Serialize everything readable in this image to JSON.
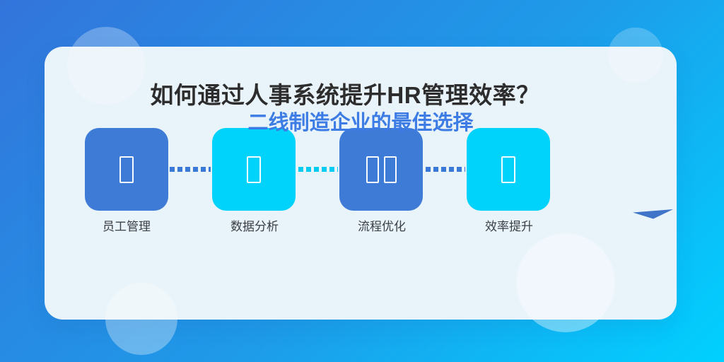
{
  "header": {
    "title": "如何通过人事系统提升HR管理效率？",
    "subtitle": "二线制造企业的最佳选择",
    "title_color": "#2D2D2D",
    "subtitle_color": "#3C7CE4"
  },
  "steps": [
    {
      "label": "员工管理",
      "box_color": "#3E7BD7",
      "icon": "missing-glyph"
    },
    {
      "label": "数据分析",
      "box_color": "#00D3FB",
      "icon": "missing-glyph"
    },
    {
      "label": "流程优化",
      "box_color": "#3E7BD7",
      "icon": "missing-glyph-double"
    },
    {
      "label": "效率提升",
      "box_color": "#00D3FB",
      "icon": "missing-glyph"
    }
  ],
  "connectors": [
    {
      "color": "#3A79D8"
    },
    {
      "color": "#00CBF2"
    },
    {
      "color": "#3A79D8"
    }
  ],
  "decor": {
    "paper_plane_color": "#3F74C9"
  },
  "colors": {
    "background_gradient_start": "#3374DB",
    "background_gradient_end": "#00D1FF",
    "card_background": "#E9F3FA"
  }
}
